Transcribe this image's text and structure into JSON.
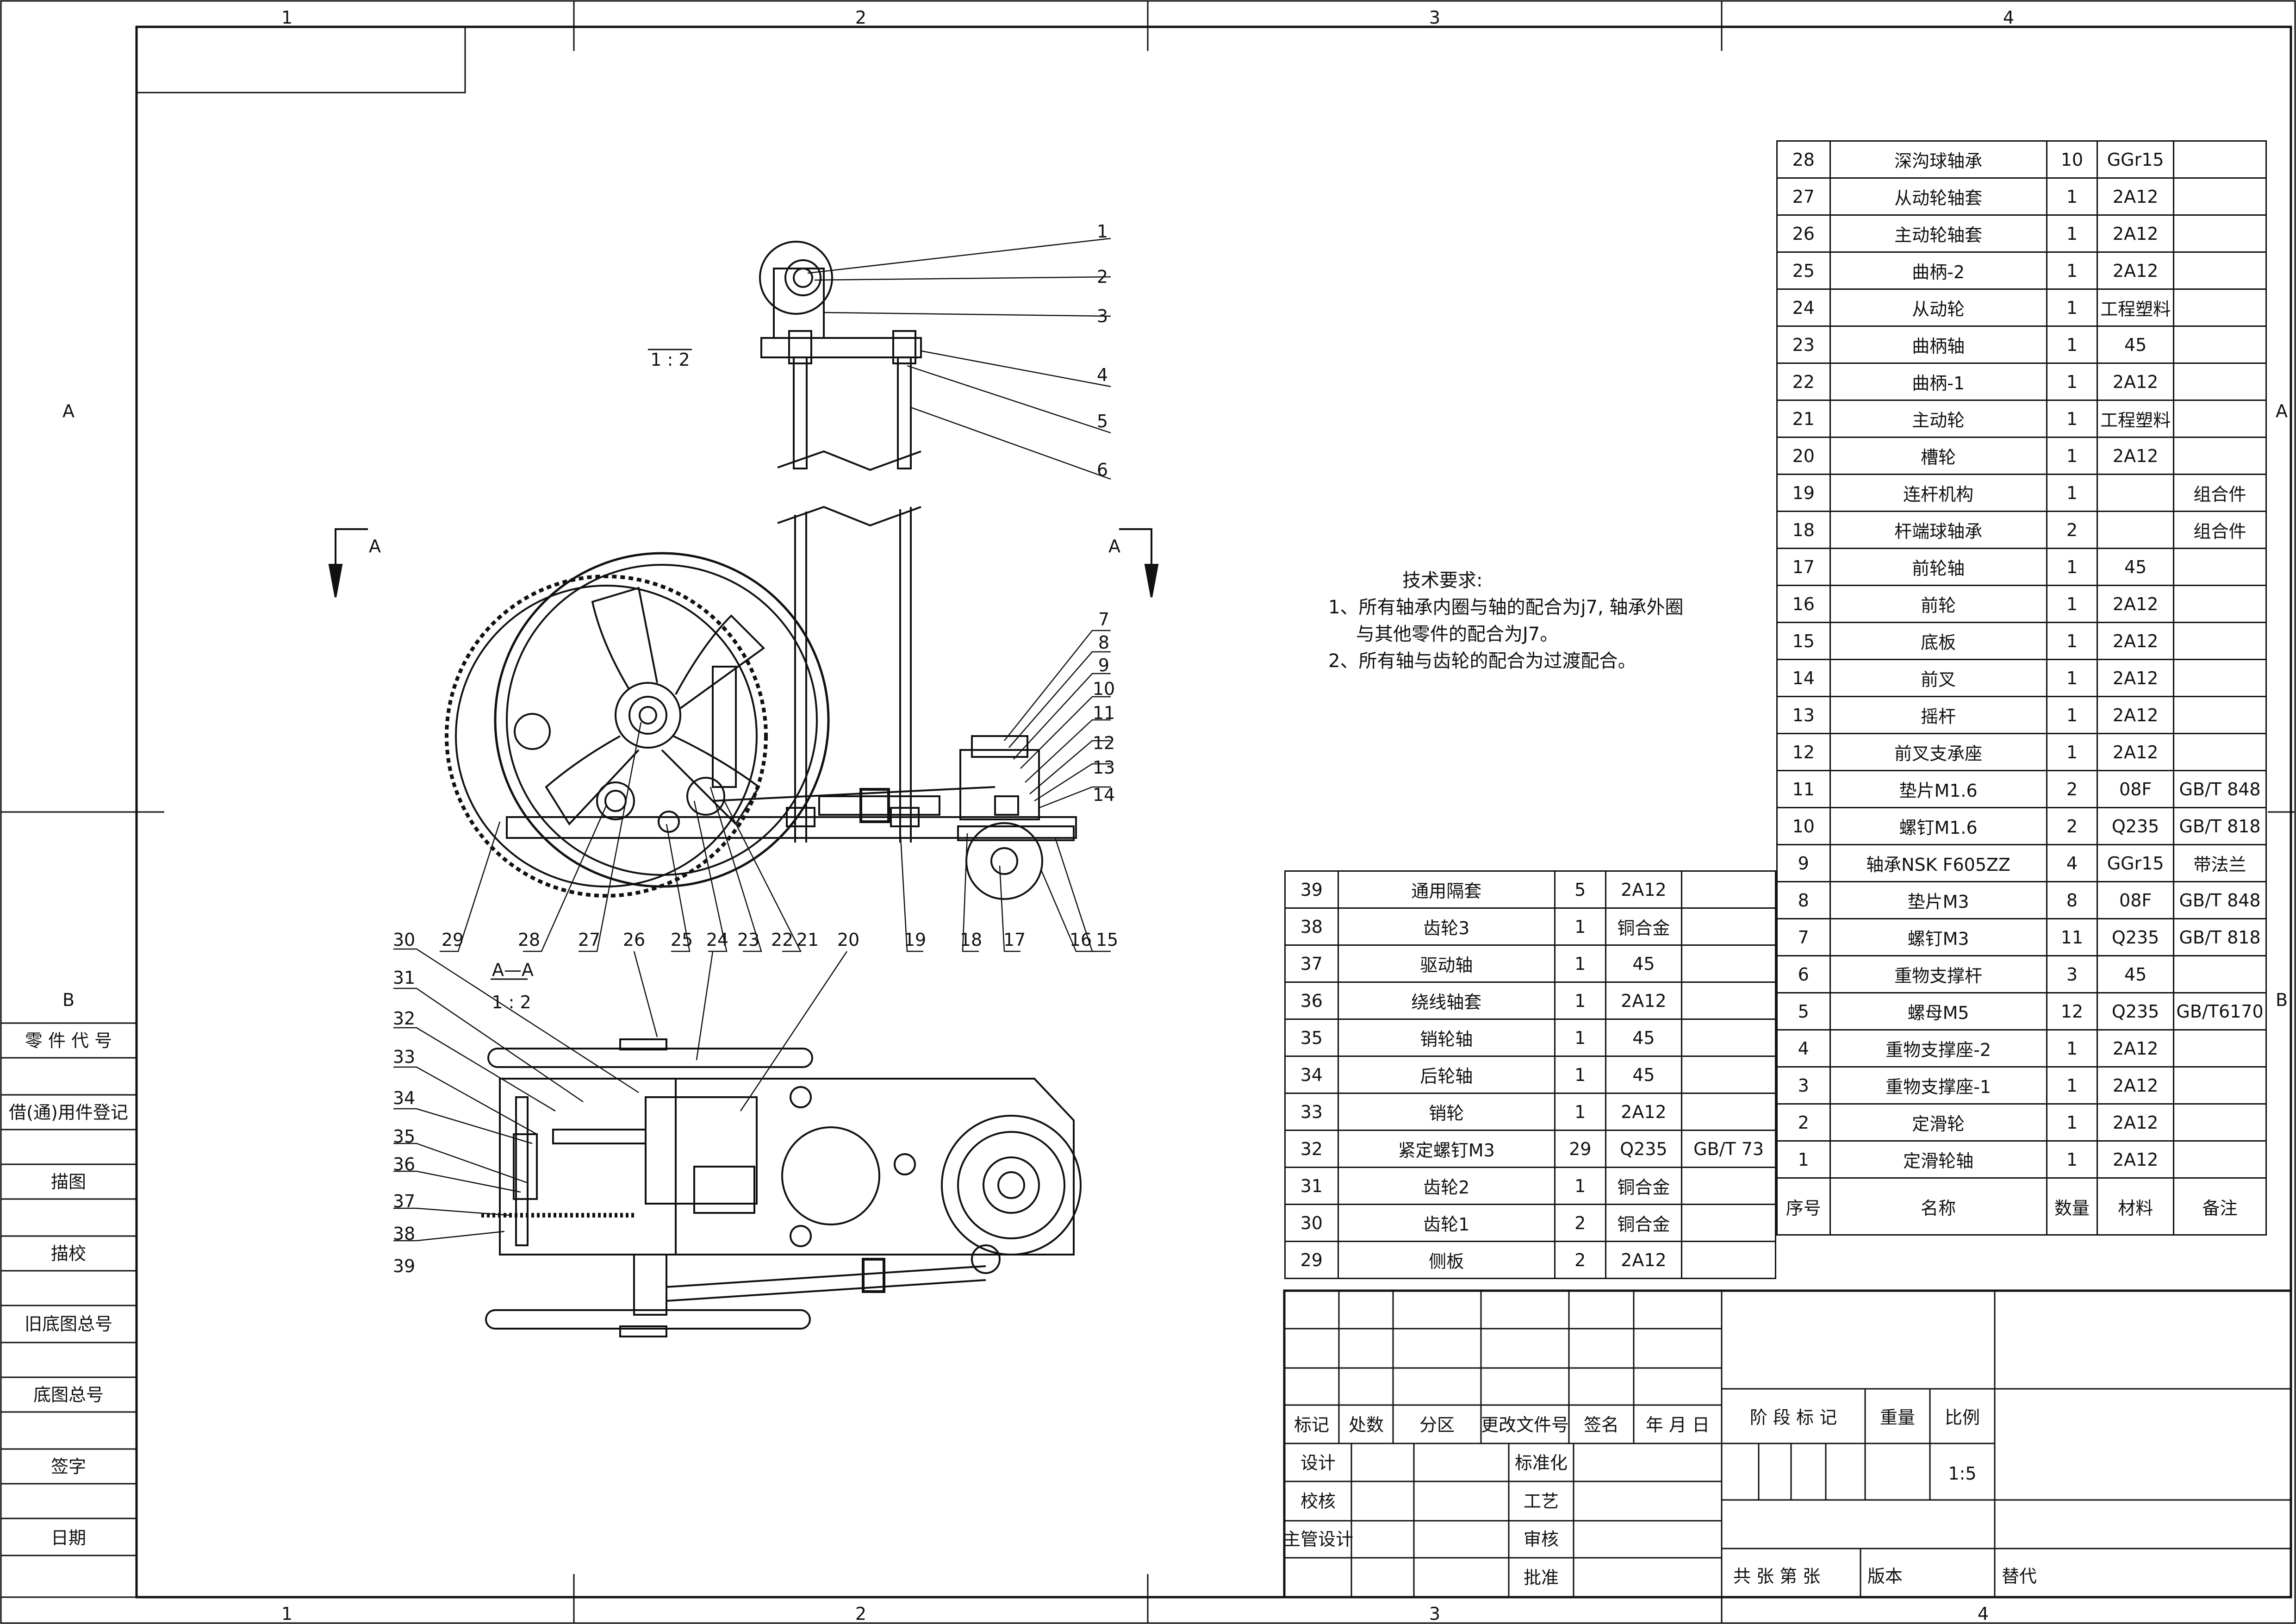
{
  "frame": {
    "col_labels": [
      "1",
      "2",
      "3",
      "4"
    ],
    "row_labels": [
      "A",
      "B"
    ]
  },
  "left_strip": [
    "零 件 代 号",
    "借(通)用件登记",
    "描图",
    "描校",
    "旧底图总号",
    "底图总号",
    "签字",
    "日期"
  ],
  "views": {
    "scale_top": "1 : 2",
    "section_title": "A—A",
    "section_scale": "1 : 2",
    "section_mark": "A"
  },
  "callouts": [
    "1",
    "2",
    "3",
    "4",
    "5",
    "6",
    "7",
    "8",
    "9",
    "10",
    "11",
    "12",
    "13",
    "14",
    "15",
    "16",
    "17",
    "18",
    "19",
    "20",
    "21",
    "22",
    "23",
    "24",
    "25",
    "26",
    "27",
    "28",
    "29",
    "30",
    "31",
    "32",
    "33",
    "34",
    "35",
    "36",
    "37",
    "38",
    "39"
  ],
  "tech_requirements": {
    "title": "技术要求:",
    "lines": [
      "1、所有轴承内圈与轴的配合为j7, 轴承外圈",
      "   与其他零件的配合为J7。",
      "2、所有轴与齿轮的配合为过渡配合。"
    ]
  },
  "bom_right": [
    [
      "28",
      "深沟球轴承",
      "10",
      "GGr15",
      ""
    ],
    [
      "27",
      "从动轮轴套",
      "1",
      "2A12",
      ""
    ],
    [
      "26",
      "主动轮轴套",
      "1",
      "2A12",
      ""
    ],
    [
      "25",
      "曲柄-2",
      "1",
      "2A12",
      ""
    ],
    [
      "24",
      "从动轮",
      "1",
      "工程塑料",
      ""
    ],
    [
      "23",
      "曲柄轴",
      "1",
      "45",
      ""
    ],
    [
      "22",
      "曲柄-1",
      "1",
      "2A12",
      ""
    ],
    [
      "21",
      "主动轮",
      "1",
      "工程塑料",
      ""
    ],
    [
      "20",
      "槽轮",
      "1",
      "2A12",
      ""
    ],
    [
      "19",
      "连杆机构",
      "1",
      "",
      "组合件"
    ],
    [
      "18",
      "杆端球轴承",
      "2",
      "",
      "组合件"
    ],
    [
      "17",
      "前轮轴",
      "1",
      "45",
      ""
    ],
    [
      "16",
      "前轮",
      "1",
      "2A12",
      ""
    ],
    [
      "15",
      "底板",
      "1",
      "2A12",
      ""
    ],
    [
      "14",
      "前叉",
      "1",
      "2A12",
      ""
    ],
    [
      "13",
      "摇杆",
      "1",
      "2A12",
      ""
    ],
    [
      "12",
      "前叉支承座",
      "1",
      "2A12",
      ""
    ],
    [
      "11",
      "垫片M1.6",
      "2",
      "08F",
      "GB/T 848"
    ],
    [
      "10",
      "螺钉M1.6",
      "2",
      "Q235",
      "GB/T 818"
    ],
    [
      "9",
      "轴承NSK F605ZZ",
      "4",
      "GGr15",
      "带法兰"
    ],
    [
      "8",
      "垫片M3",
      "8",
      "08F",
      "GB/T 848"
    ],
    [
      "7",
      "螺钉M3",
      "11",
      "Q235",
      "GB/T 818"
    ],
    [
      "6",
      "重物支撑杆",
      "3",
      "45",
      ""
    ],
    [
      "5",
      "螺母M5",
      "12",
      "Q235",
      "GB/T6170"
    ],
    [
      "4",
      "重物支撑座-2",
      "1",
      "2A12",
      ""
    ],
    [
      "3",
      "重物支撑座-1",
      "1",
      "2A12",
      ""
    ],
    [
      "2",
      "定滑轮",
      "1",
      "2A12",
      ""
    ],
    [
      "1",
      "定滑轮轴",
      "1",
      "2A12",
      ""
    ]
  ],
  "bom_header": [
    "序号",
    "名称",
    "数量",
    "材料",
    "备注"
  ],
  "bom_left": [
    [
      "39",
      "通用隔套",
      "5",
      "2A12",
      ""
    ],
    [
      "38",
      "齿轮3",
      "1",
      "铜合金",
      ""
    ],
    [
      "37",
      "驱动轴",
      "1",
      "45",
      ""
    ],
    [
      "36",
      "绕线轴套",
      "1",
      "2A12",
      ""
    ],
    [
      "35",
      "销轮轴",
      "1",
      "45",
      ""
    ],
    [
      "34",
      "后轮轴",
      "1",
      "45",
      ""
    ],
    [
      "33",
      "销轮",
      "1",
      "2A12",
      ""
    ],
    [
      "32",
      "紧定螺钉M3",
      "29",
      "Q235",
      "GB/T 73"
    ],
    [
      "31",
      "齿轮2",
      "1",
      "铜合金",
      ""
    ],
    [
      "30",
      "齿轮1",
      "2",
      "铜合金",
      ""
    ],
    [
      "29",
      "侧板",
      "2",
      "2A12",
      ""
    ]
  ],
  "title_block": {
    "rev_headers": [
      "标记",
      "处数",
      "分区",
      "更改文件号",
      "签名",
      "年 月 日"
    ],
    "sign_rows": [
      [
        "设计",
        "标准化"
      ],
      [
        "校核",
        "工艺"
      ],
      [
        "主管设计",
        "审核"
      ],
      [
        "",
        "批准"
      ]
    ],
    "stage_mark": "阶 段 标 记",
    "weight": "重量",
    "ratio": "比例",
    "ratio_value": "1:5",
    "sheets": "共  张  第  张",
    "version": "版本",
    "replace": "替代"
  }
}
